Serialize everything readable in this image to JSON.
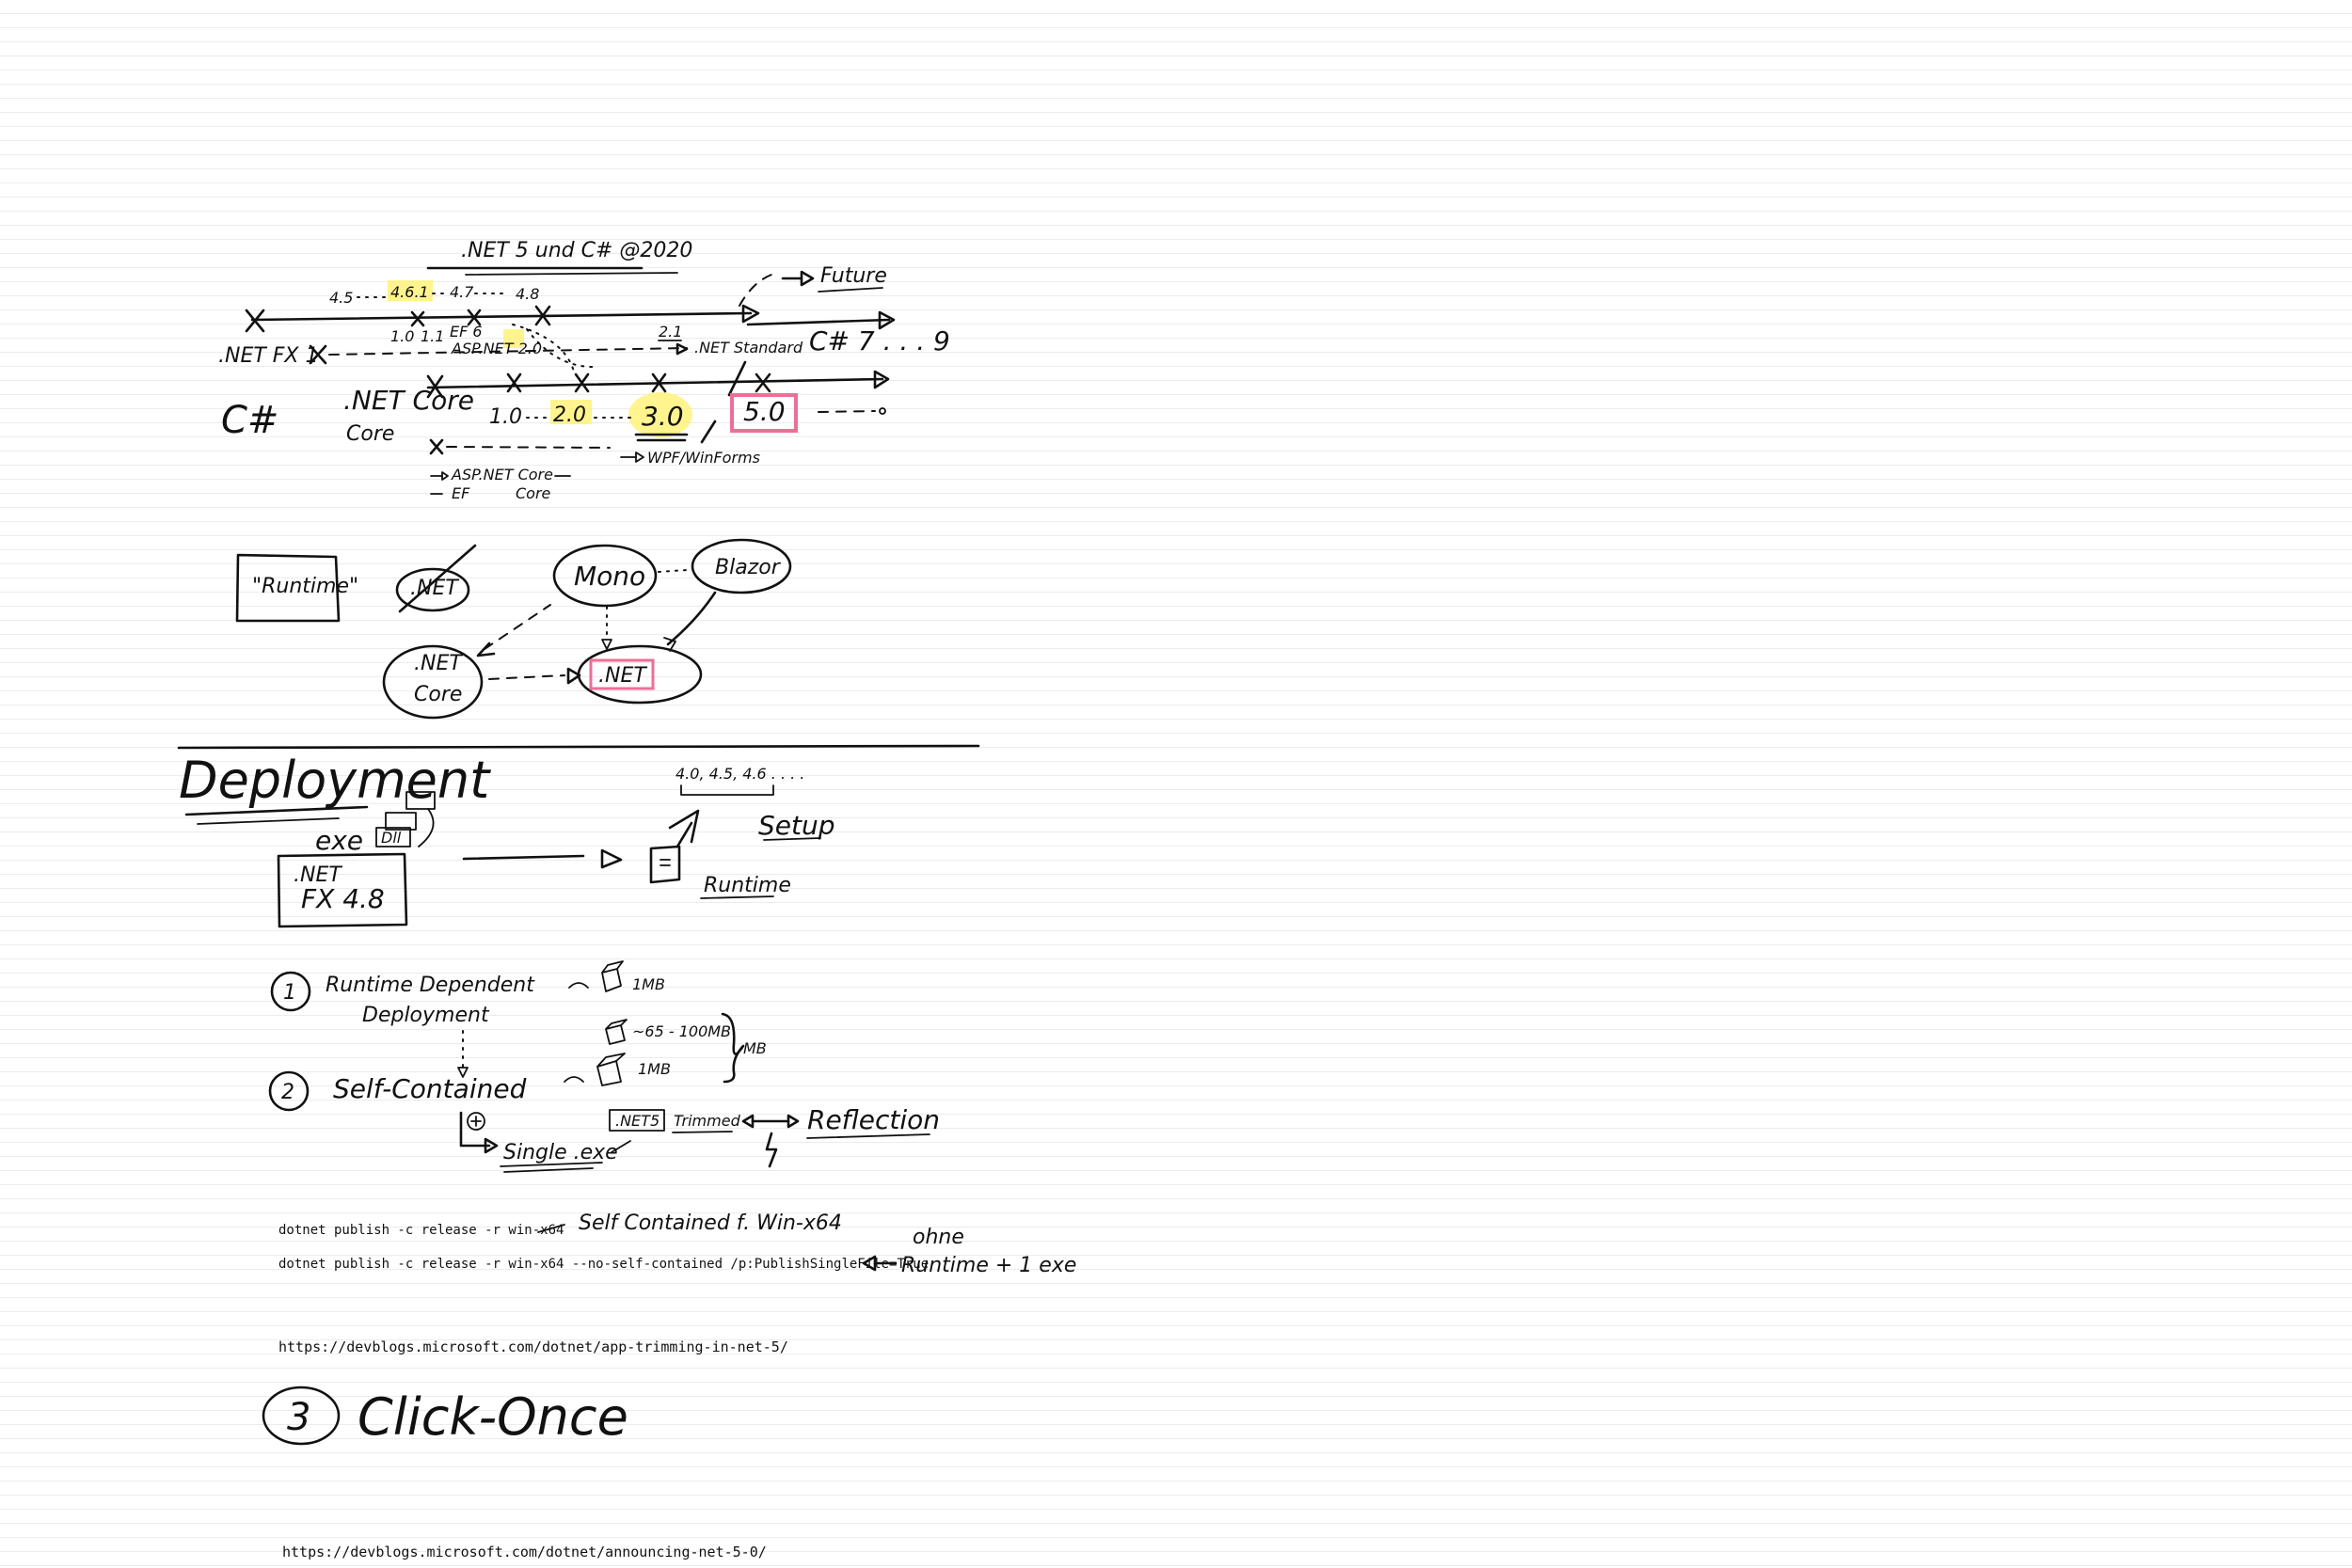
{
  "title": ".NET 5 und C# @2020",
  "colors": {
    "highlight_yellow": "#fff27a",
    "highlight_pink": "#ec6f96",
    "ink": "#111111",
    "ruled_line": "#ececec"
  },
  "timeline": {
    "fx_versions": [
      "4.5",
      "4.6.1",
      "4.7",
      "4.8"
    ],
    "netfx_label": ".NET FX 1",
    "csharp_label": "C#",
    "core_label": ".NET Core",
    "ef6_label": "EF 6",
    "aspnet_label": "ASP.NET 2.0",
    "core_versions_top": [
      "1.0",
      "1.1"
    ],
    "netstandard_version": "2.1",
    "netstandard_label": ".NET Standard",
    "future_label": "Future",
    "csharp_versions": "C# 7 . . . 9",
    "core_versions": [
      "1.0",
      "2.0",
      "3.0"
    ],
    "net5_label": "5.0",
    "wpf_label": "WPF/WinForms",
    "asp_core_label": "ASP.NET Core",
    "ef_label": "EF",
    "core_label_2": "Core"
  },
  "runtime": {
    "box_label": "\"Runtime\"",
    "net_crossed": ".NET",
    "mono": "Mono",
    "blazor": "Blazor",
    "net_core_top": ".NET",
    "net_core_bottom": "Core",
    "net": ".NET"
  },
  "deployment": {
    "heading": "Deployment",
    "exe_label": "exe",
    "dll_label": "Dll",
    "fx_box_top": ".NET",
    "fx_box_bottom": "FX 4.8",
    "versions": "4.0, 4.5, 4.6 . . . .",
    "setup_label": "Setup",
    "runtime_label": "Runtime",
    "item1_number": "1",
    "item1_line1": "Runtime Dependent",
    "item1_line2": "Deployment",
    "item1_size": "1MB",
    "item2_number": "2",
    "item2_label": "Self-Contained",
    "item2_size_a": "~65 - 100MB",
    "item2_size_b": "1MB",
    "item2_total": "MB",
    "net5_box": ".NET5",
    "trimmed": "Trimmed",
    "reflection": "Reflection",
    "single_exe": "Single .exe"
  },
  "commands": {
    "cmd1": "dotnet publish -c release -r win-x64",
    "cmd1_note": "Self Contained f. Win-x64",
    "cmd2": "dotnet publish -c release -r win-x64 --no-self-contained  /p:PublishSingleFile=True",
    "cmd2_note_top": "ohne",
    "cmd2_note": "Runtime + 1 exe"
  },
  "links": {
    "url1": "https://devblogs.microsoft.com/dotnet/app-trimming-in-net-5/",
    "url2": "https://devblogs.microsoft.com/dotnet/announcing-net-5-0/"
  },
  "clickonce": {
    "number": "3",
    "label": "Click-Once"
  }
}
